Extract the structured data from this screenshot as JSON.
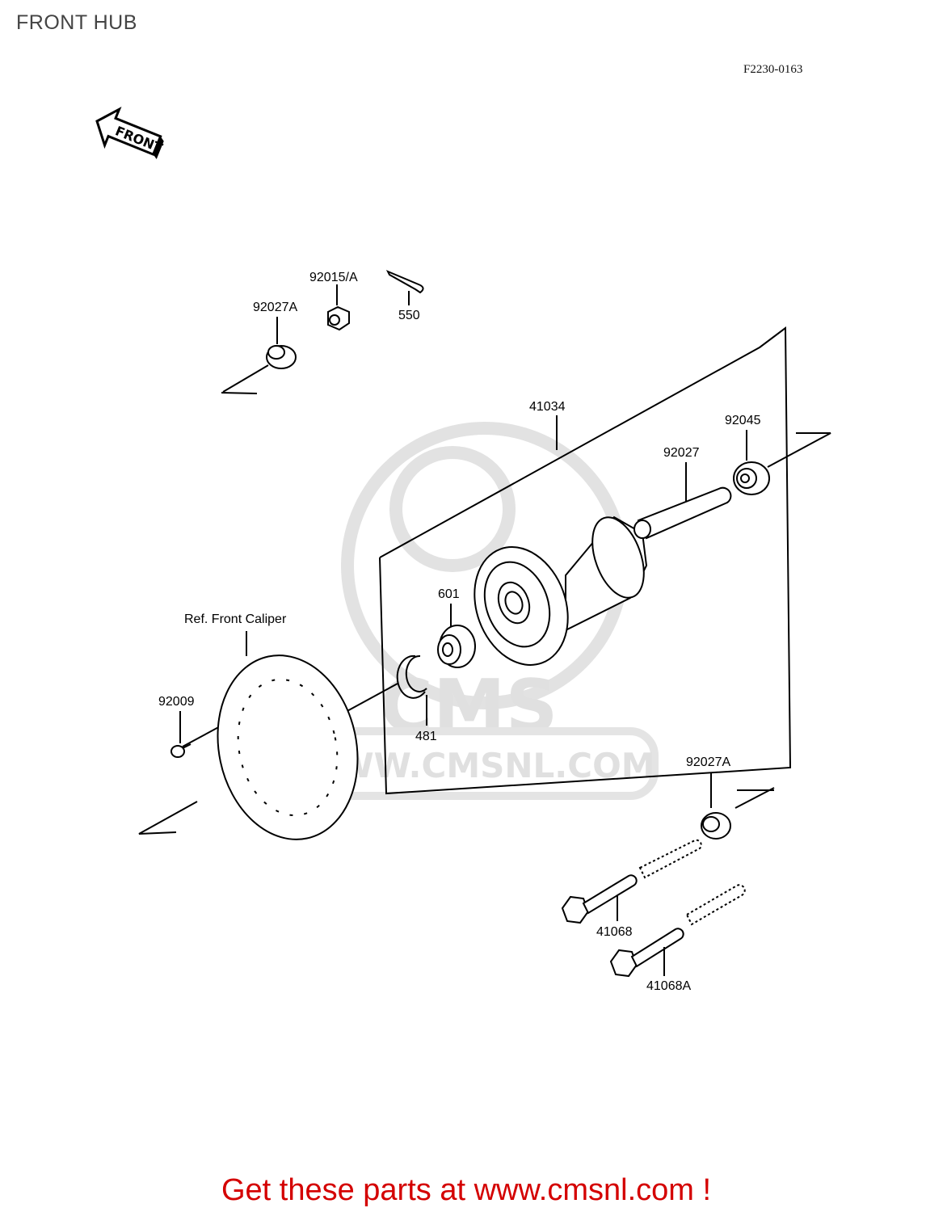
{
  "page": {
    "title": "FRONT HUB",
    "figure_code": "F2230-0163"
  },
  "front_arrow": {
    "text": "FRONT"
  },
  "watermark": {
    "letters": "CMS",
    "site": "WWW.CMSNL.COM"
  },
  "parts": {
    "p92015A": "92015/A",
    "p550": "550",
    "p92027A_top": "92027A",
    "p41034": "41034",
    "p92045": "92045",
    "p92027": "92027",
    "p601": "601",
    "ref_caliper": "Ref. Front Caliper",
    "p92009": "92009",
    "p481": "481",
    "p92027A_bottom": "92027A",
    "p41068": "41068",
    "p41068A": "41068A"
  },
  "footer": {
    "promo": "Get these parts at www.cmsnl.com !"
  }
}
